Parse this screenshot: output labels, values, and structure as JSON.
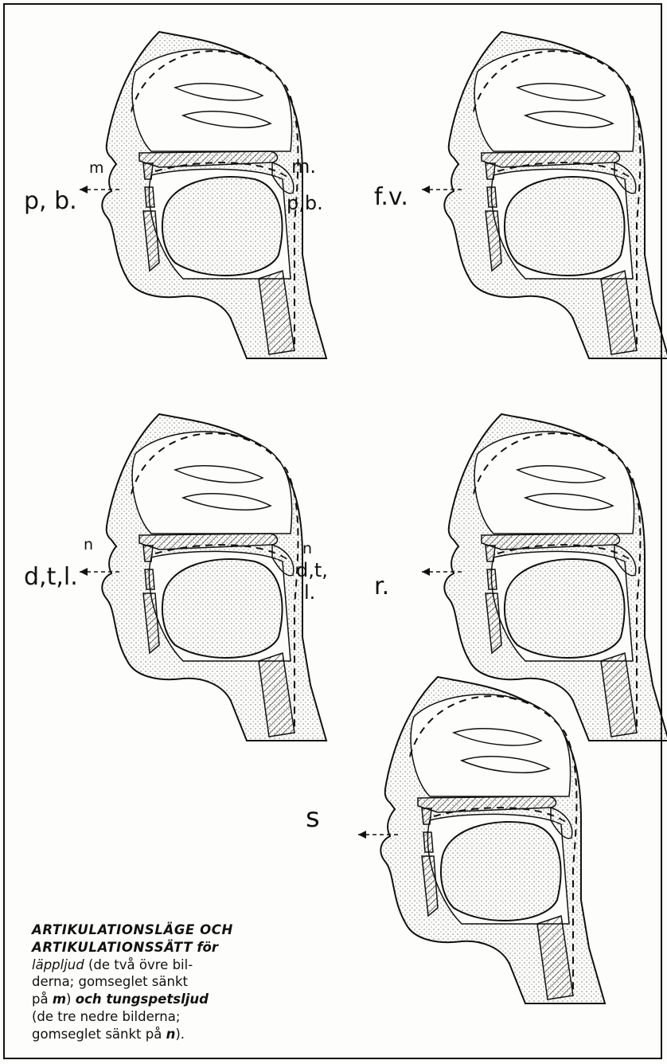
{
  "figure": {
    "panels": [
      {
        "id": "labial-stops",
        "labels": {
          "a": "m",
          "b": "p, b.",
          "c": "m.",
          "d": "p,b."
        }
      },
      {
        "id": "labiodental",
        "labels": {
          "a": "f.v."
        }
      },
      {
        "id": "dental",
        "labels": {
          "a": "n",
          "b": "d,t,l.",
          "c": "n",
          "d": "d,t,",
          "e": "l."
        }
      },
      {
        "id": "trill",
        "labels": {
          "a": "r."
        }
      },
      {
        "id": "sibilant",
        "labels": {
          "a": "s"
        }
      }
    ],
    "caption": {
      "line1": "ARTIKULATIONSLÄGE OCH",
      "line2a": "ARTIKULATIONSSÄTT",
      "line2b": "för",
      "line3a": "läppljud",
      "line3b": " (de två övre bil-",
      "line4": "derna; gomseglet sänkt",
      "line5a": "på ",
      "line5b": "m",
      "line5c": ") ",
      "line5d": "och tungspetsljud",
      "line6": "(de tre nedre bilderna;",
      "line7a": "gomseglet sänkt på ",
      "line7b": "n",
      "line7c": ")."
    }
  },
  "colors": {
    "ink": "#111111",
    "stipple": "#9a9a9a",
    "paper": "#fdfdfb"
  }
}
